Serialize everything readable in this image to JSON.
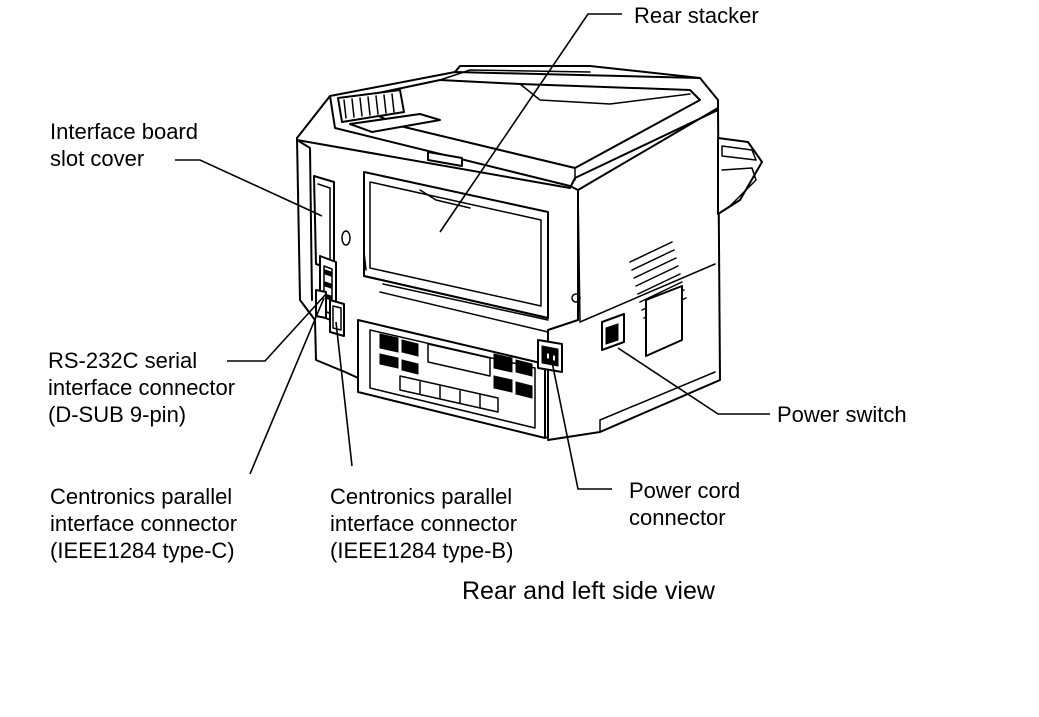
{
  "labels": {
    "rear_stacker": "Rear stacker",
    "interface_board_slot_cover": [
      "Interface board",
      "slot cover"
    ],
    "rs232c_connector": [
      "RS-232C serial",
      "interface connector",
      "(D-SUB 9-pin)"
    ],
    "centronics_type_c": [
      "Centronics parallel",
      "interface connector",
      "(IEEE1284 type-C)"
    ],
    "centronics_type_b": [
      "Centronics parallel",
      "interface connector",
      "(IEEE1284 type-B)"
    ],
    "power_switch": "Power switch",
    "power_cord_connector": [
      "Power cord",
      "connector"
    ]
  },
  "caption": "Rear and left side view",
  "colors": {
    "line": "#000000",
    "background": "#ffffff"
  }
}
